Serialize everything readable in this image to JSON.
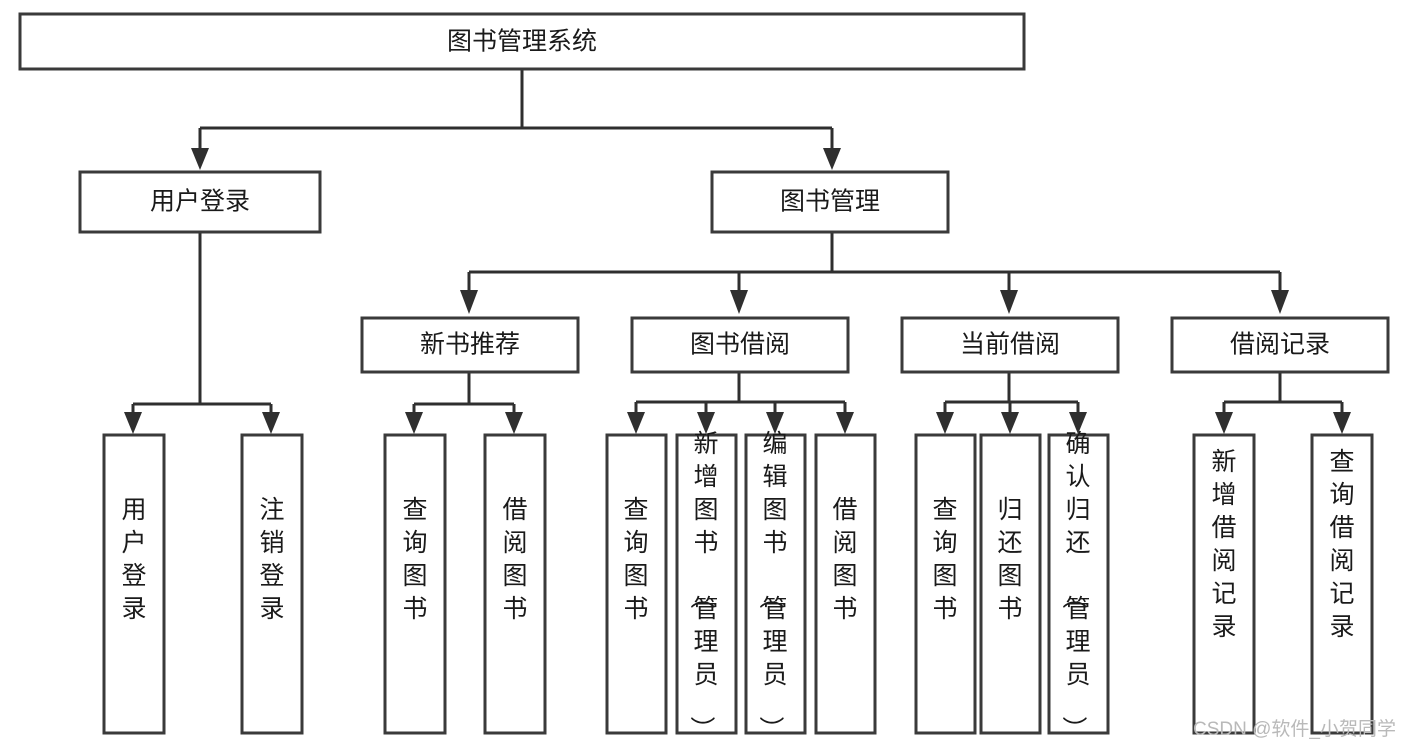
{
  "diagram": {
    "title": "图书管理系统",
    "watermark": "CSDN @软件_小贺同学",
    "colors": {
      "box_stroke": "#3a3a3a",
      "edge": "#2f2f2f",
      "box_fill": "#ffffff",
      "text": "#1a1a1a",
      "watermark": "#b9b9b9",
      "background": "#ffffff"
    },
    "levels": {
      "root": {
        "label": "图书管理系统"
      },
      "level2": [
        {
          "id": "user-login",
          "label": "用户登录"
        },
        {
          "id": "book-management",
          "label": "图书管理"
        }
      ],
      "level3": [
        {
          "id": "new-book-recommend",
          "label": "新书推荐",
          "parent": "book-management"
        },
        {
          "id": "book-borrow",
          "label": "图书借阅",
          "parent": "book-management"
        },
        {
          "id": "current-borrow",
          "label": "当前借阅",
          "parent": "book-management"
        },
        {
          "id": "borrow-record",
          "label": "借阅记录",
          "parent": "book-management"
        }
      ],
      "leaves": {
        "user-login": [
          {
            "id": "leaf-user-login",
            "label": "用户登录"
          },
          {
            "id": "leaf-logout-login",
            "label": "注销登录"
          }
        ],
        "new-book-recommend": [
          {
            "id": "leaf-query-book-1",
            "label": "查询图书"
          },
          {
            "id": "leaf-borrow-book-1",
            "label": "借阅图书"
          }
        ],
        "book-borrow": [
          {
            "id": "leaf-query-book-2",
            "label": "查询图书"
          },
          {
            "id": "leaf-add-book",
            "label": "新增图书（管理员）"
          },
          {
            "id": "leaf-edit-book",
            "label": "编辑图书（管理员）"
          },
          {
            "id": "leaf-borrow-book-2",
            "label": "借阅图书"
          }
        ],
        "current-borrow": [
          {
            "id": "leaf-query-book-3",
            "label": "查询图书"
          },
          {
            "id": "leaf-return-book",
            "label": "归还图书"
          },
          {
            "id": "leaf-confirm-return",
            "label": "确认归还（管理员）"
          }
        ],
        "borrow-record": [
          {
            "id": "leaf-add-record",
            "label": "新增借阅记录"
          },
          {
            "id": "leaf-query-record",
            "label": "查询借阅记录"
          }
        ]
      }
    }
  }
}
